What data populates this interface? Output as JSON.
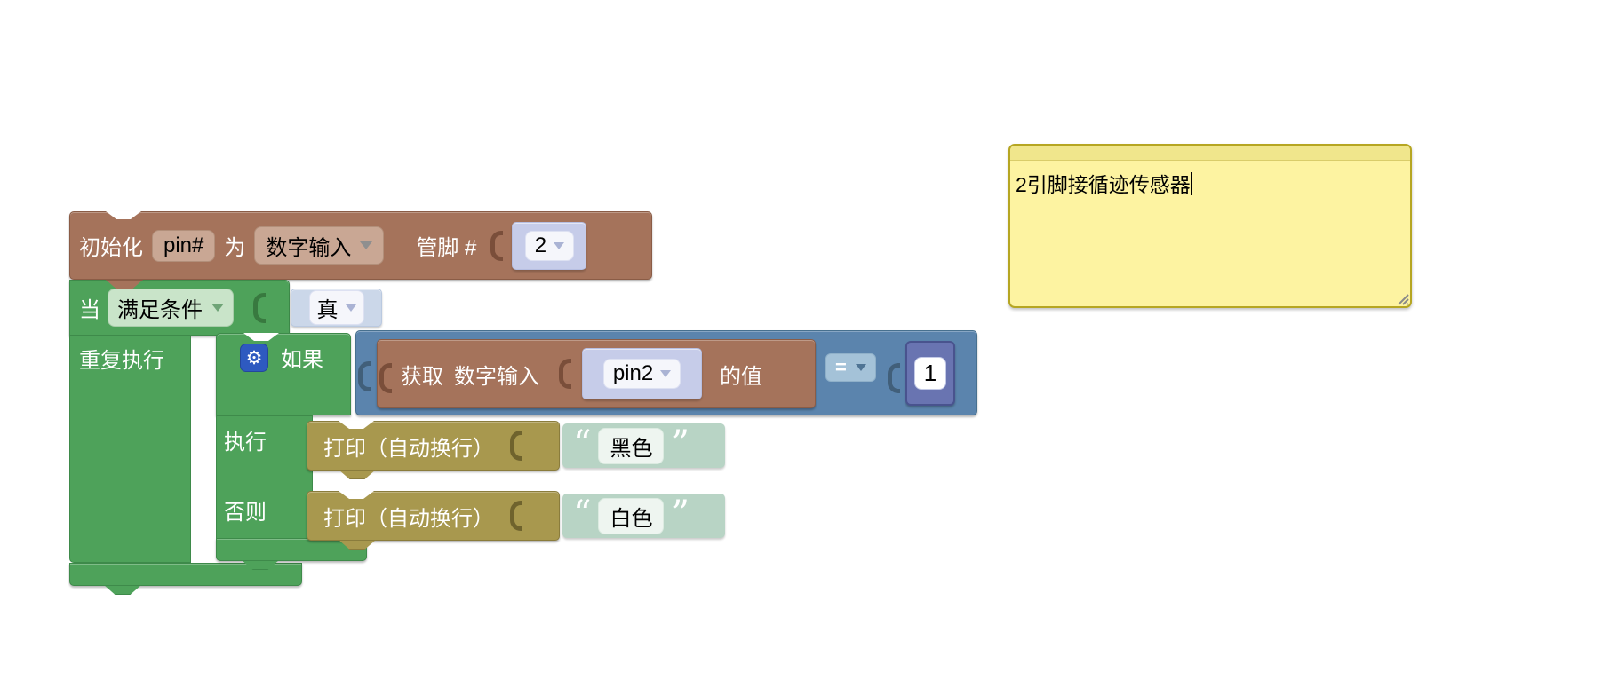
{
  "colors": {
    "workspace_bg": "#ffffff",
    "pin_block": "#a5735b",
    "control_block": "#4ea25a",
    "logic_block": "#5b84ad",
    "math_block": "#6974b1",
    "text_block": "#a8984e",
    "string_shadow": "#b8d4c5",
    "value_shadow": "#c6cce9",
    "gear_icon_bg": "#2e5ac0",
    "comment_bg": "#fdf3a1",
    "comment_border": "#b6a622",
    "block_label_text": "#ffffff",
    "field_text": "#000000"
  },
  "init_block": {
    "label_init": "初始化",
    "var_name": "pin#",
    "label_as": "为",
    "mode_dropdown": "数字输入",
    "label_pin": "管脚 #",
    "pin_number": "2"
  },
  "when_block": {
    "label_when": "当",
    "condition_dropdown": "满足条件",
    "condition_value": "真",
    "label_repeat": "重复执行"
  },
  "if_block": {
    "label_if": "如果",
    "label_do": "执行",
    "label_else": "否则"
  },
  "get_block": {
    "label_get": "获取",
    "label_mode": "数字输入",
    "pin_dropdown": "pin2",
    "label_value": "的值"
  },
  "compare_block": {
    "operator": "=",
    "number_value": "1"
  },
  "print_do": {
    "label": "打印（自动换行）",
    "quote_open": "“",
    "quote_close": "”",
    "value": "黑色"
  },
  "print_else": {
    "label": "打印（自动换行）",
    "quote_open": "“",
    "quote_close": "”",
    "value": "白色"
  },
  "comment": {
    "text": "2引脚接循迹传感器"
  }
}
